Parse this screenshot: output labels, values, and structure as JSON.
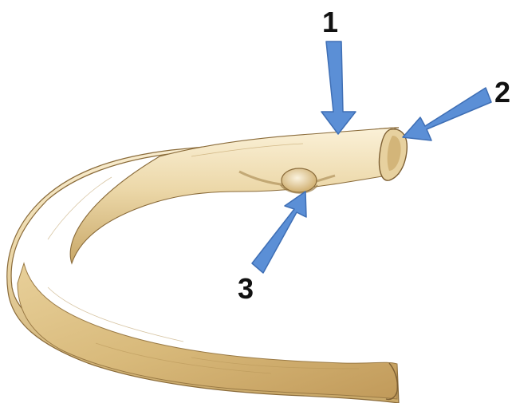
{
  "callouts": [
    {
      "label": "1"
    },
    {
      "label": "2"
    },
    {
      "label": "3"
    }
  ],
  "arrow_color": "#5b8fd6",
  "arrow_outline": "#3f6fb5",
  "bone_base": "#e9d6a8",
  "bone_highlight": "#fbf3df",
  "bone_shadow": "#b9975a",
  "bone_edge": "#8a6b3a"
}
